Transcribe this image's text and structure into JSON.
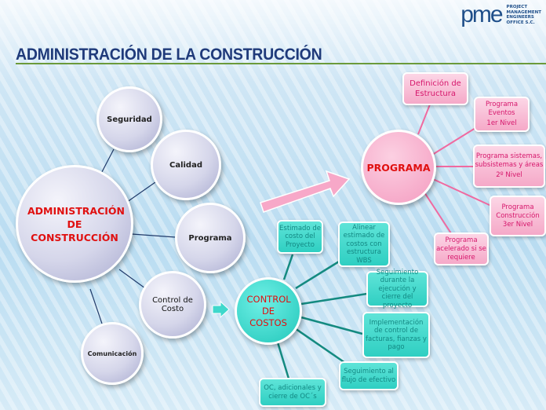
{
  "logo": {
    "mark": "pme",
    "lines": [
      "PROJECT",
      "MANAGEMENT",
      "ENGINEERS",
      "OFFICE S.C."
    ]
  },
  "title": "ADMINISTRACIÓN DE LA CONSTRUCCIÓN",
  "admin": {
    "center": "ADMINISTRACIÓN DE CONSTRUCCIÓN",
    "nodes": [
      "Seguridad",
      "Calidad",
      "Programa",
      "Control de Costo",
      "Comunicación"
    ]
  },
  "costos": {
    "center": "CONTROL DE COSTOS",
    "items": [
      "Estimado de costo del Proyecto",
      "Alinear estimado de costos con estructura WBS",
      "Seguimiento durante la ejecución y cierre del proyecto",
      "Implementación de control de facturas, fianzas y pago",
      "Seguimiento al flujo de efectivo",
      "OC, adicionales y cierre de OC´s"
    ]
  },
  "programa": {
    "center": "PROGRAMA",
    "items": [
      {
        "text": "Definición de Estructura",
        "level": ""
      },
      {
        "text": "Programa Eventos",
        "level": "1er Nivel"
      },
      {
        "text": "Programa sistemas, subsistemas y áreas",
        "level": "2º Nivel"
      },
      {
        "text": "Programa Construcción 3er Nivel",
        "level": ""
      },
      {
        "text": "Programa acelerado si se requiere",
        "level": ""
      }
    ]
  },
  "colors": {
    "title": "#1f3a7a",
    "teal": "#2fcfc2",
    "pink": "#f5a9c8",
    "red": "#e01010"
  }
}
